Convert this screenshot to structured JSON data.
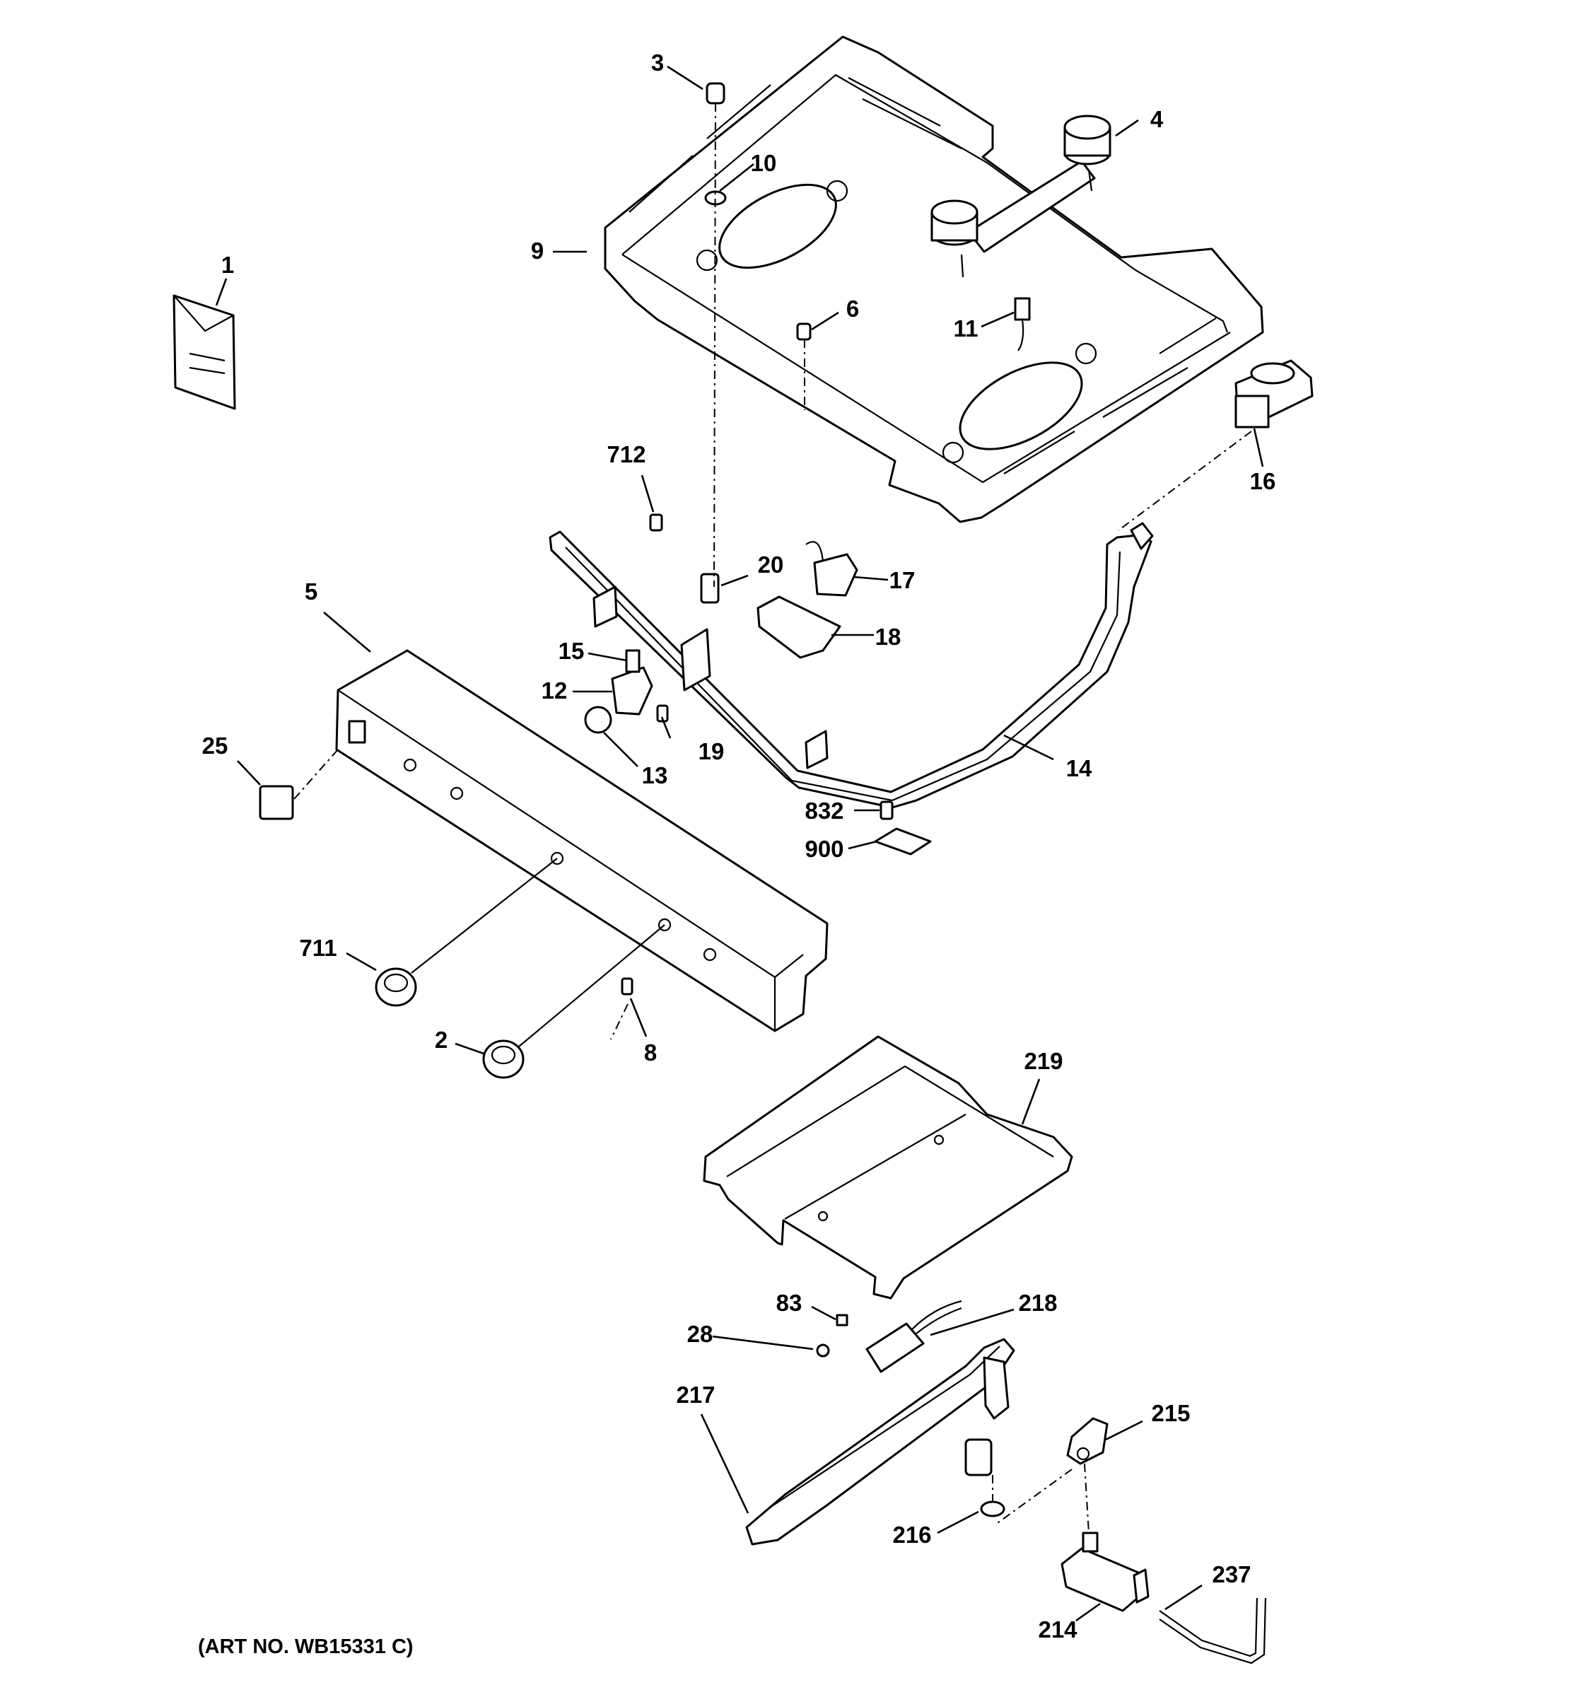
{
  "art_number": "(ART NO. WB15331 C)",
  "callouts": {
    "p1": "1",
    "p2": "2",
    "p3": "3",
    "p4": "4",
    "p5": "5",
    "p6": "6",
    "p8": "8",
    "p9": "9",
    "p10": "10",
    "p11": "11",
    "p12": "12",
    "p13": "13",
    "p14": "14",
    "p15": "15",
    "p16": "16",
    "p17": "17",
    "p18": "18",
    "p19": "19",
    "p20": "20",
    "p25": "25",
    "p28": "28",
    "p83": "83",
    "p214": "214",
    "p215": "215",
    "p216": "216",
    "p217": "217",
    "p218": "218",
    "p219": "219",
    "p237": "237",
    "p711": "711",
    "p712": "712",
    "p832": "832",
    "p900": "900"
  }
}
